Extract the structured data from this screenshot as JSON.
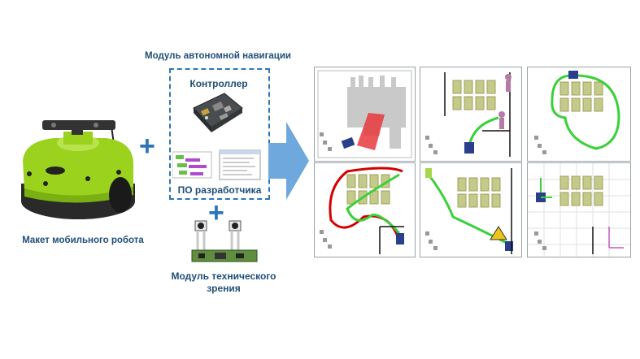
{
  "labels": {
    "nav_module": "Модуль автономной навигации",
    "controller": "Контроллер",
    "developer_sw": "ПО разработчика",
    "robot": "Макет мобильного робота",
    "vision_module": "Модуль технического\nзрения"
  },
  "colors": {
    "accent": "#2e75b6",
    "label": "#1f4e79",
    "robot_green": "#9bd21e",
    "path_green": "#3ad13a",
    "path_red": "#d40000",
    "arrow": "#6fa8dc"
  },
  "panels": [
    {
      "name": "scan-map-panel",
      "content": "scan-map-with-red-beam"
    },
    {
      "name": "people-tracking-panel",
      "content": "green-path-and-people"
    },
    {
      "name": "loop-path-panel",
      "content": "green-loop-path"
    },
    {
      "name": "red-green-paths-panel",
      "content": "red-and-green-paths"
    },
    {
      "name": "warning-sign-panel",
      "content": "green-path-with-warning-sign"
    },
    {
      "name": "grid-coords-panel",
      "content": "grid-with-axes"
    }
  ]
}
